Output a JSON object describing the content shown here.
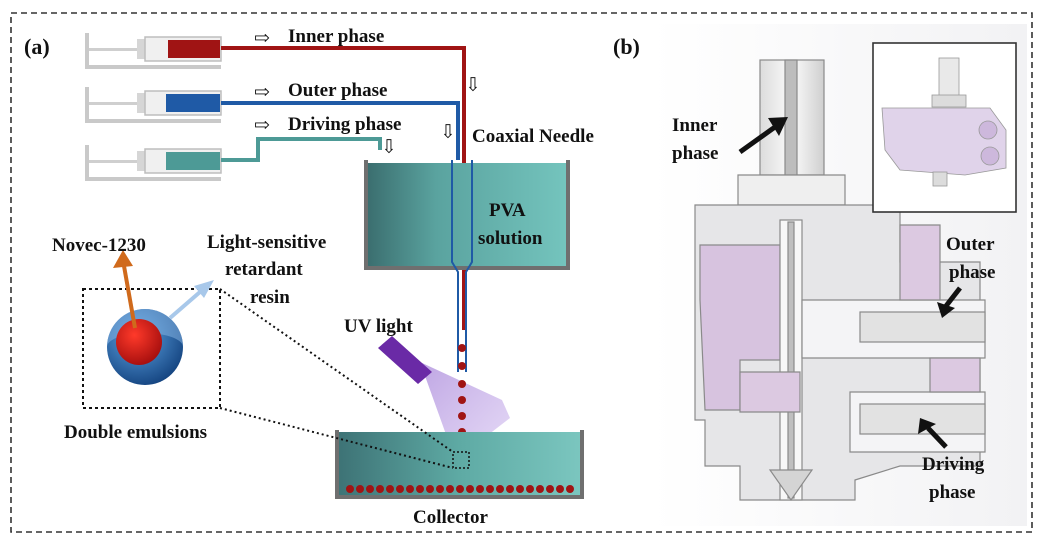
{
  "panels": {
    "a": {
      "label": "(a)"
    },
    "b": {
      "label": "(b)"
    }
  },
  "panel_a": {
    "inner_phase": "Inner phase",
    "outer_phase": "Outer phase",
    "driving_phase": "Driving phase",
    "coaxial_needle": "Coaxial Needle",
    "pva_line1": "PVA",
    "pva_line2": "solution",
    "novec": "Novec-1230",
    "resin_line1": "Light-sensitive",
    "resin_line2": "retardant",
    "resin_line3": "resin",
    "uv_light": "UV  light",
    "double_emulsions": "Double emulsions",
    "collector": "Collector",
    "arrow_glyph": "⇨",
    "down_arrow_glyph": "⇩"
  },
  "panel_b": {
    "inner_line1": "Inner",
    "inner_line2": "phase",
    "outer_line1": "Outer",
    "outer_line2": "phase",
    "driving_line1": "Driving",
    "driving_line2": "phase"
  },
  "colors": {
    "inner": "#a01414",
    "outer": "#1f5aa6",
    "driving": "#4d9a96",
    "pva": "#3f9894",
    "uv": "#6a2aa6",
    "frame": "#333333"
  }
}
